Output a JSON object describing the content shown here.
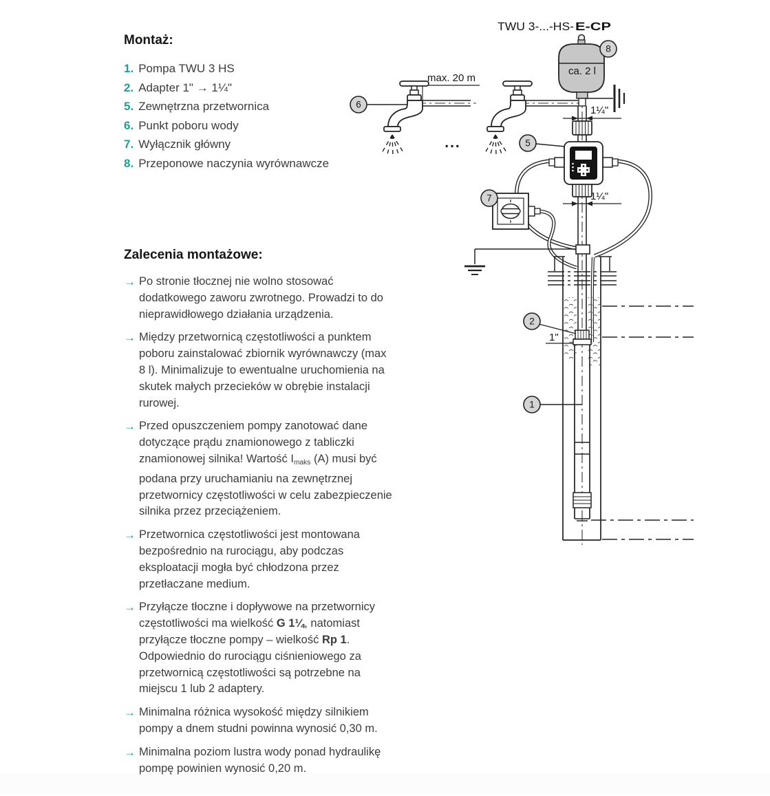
{
  "colors": {
    "accent_teal": "#1f9e93",
    "body_text": "#3c3c3b",
    "heading_text": "#161615",
    "vessel_fill": "#c7c7c7",
    "badge_fill": "#d4d4d4",
    "converter_panel": "#141414"
  },
  "montaz": {
    "heading": "Montaż:",
    "items": [
      {
        "num": "1.",
        "label": "Pompa TWU 3 HS"
      },
      {
        "num": "2.",
        "label": "Adapter 1\" → 1¼\""
      },
      {
        "num": "5.",
        "label": "Zewnętrzna przetwornica"
      },
      {
        "num": "6.",
        "label": "Punkt poboru wody"
      },
      {
        "num": "7.",
        "label": "Wyłącznik główny"
      },
      {
        "num": "8.",
        "label": "Przeponowe naczynia wyrównawcze"
      }
    ]
  },
  "zalecenia": {
    "heading": "Zalecenia montażowe:",
    "arrow": "→",
    "items": [
      {
        "runs": [
          {
            "t": "Po stronie tłocznej nie wolno stosować dodatkowego zaworu zwrotnego. Prowadzi to do nieprawidłowego działania urządzenia."
          }
        ]
      },
      {
        "runs": [
          {
            "t": "Między przetwornicą częstotliwości a punktem poboru zainstalować zbiornik wyrównawczy (max 8 l). Minimalizuje to ewentualne uruchomienia na skutek małych przecieków w obrębie instalacji rurowej."
          }
        ]
      },
      {
        "runs": [
          {
            "t": "Przed opuszczeniem pompy zanotować dane dotyczące prądu znamionowego z tabliczki znamionowej silnika! Wartość I"
          },
          {
            "t": "maks"
          },
          {
            "t": " (A) musi być podana przy uruchamianiu na zewnętrznej przetwornicy częstotliwości w celu zabezpieczenie silnika przez przeciążeniem."
          }
        ]
      },
      {
        "runs": [
          {
            "t": "Przetwornica częstotliwości jest montowana bezpośrednio na rurociągu, aby podczas eksploatacji mogła być chłodzona przez przetłaczane medium."
          }
        ]
      },
      {
        "runs": [
          {
            "t": "Przyłącze tłoczne i dopływowe na przetwornicy częstotliwości ma wielkość "
          },
          {
            "t": "G 1¼"
          },
          {
            "t": ", natomiast przyłącze tłoczne pompy – wielkość "
          },
          {
            "t": "Rp 1"
          },
          {
            "t": ". Odpowiednio do rurociągu ciśnieniowego za przetwornicą częstotliwości są potrzebne na miejscu 1 lub 2 adaptery."
          }
        ]
      },
      {
        "runs": [
          {
            "t": "Minimalna różnica wysokość między silnikiem pompy a dnem studni powinna wynosić 0,30 m."
          }
        ]
      },
      {
        "runs": [
          {
            "t": "Minimalna poziom lustra wody ponad hydraulikę pompę powinien wynosić 0,20 m."
          }
        ]
      }
    ]
  },
  "diagram": {
    "title": {
      "part1": "TWU 3-...-HS-",
      "part2": "E-CP"
    },
    "labels": {
      "vessel_volume": "ca. 2 l",
      "max_pipe_length": "max. 20 m",
      "continuation_dots": "...",
      "diameter_top": "1¼\"",
      "diameter_mid": "1¼\"",
      "diameter_well": "1\""
    },
    "badges": {
      "pump": "1",
      "adapter": "2",
      "converter": "5",
      "water_point": "6",
      "main_switch": "7",
      "vessel": "8"
    }
  }
}
